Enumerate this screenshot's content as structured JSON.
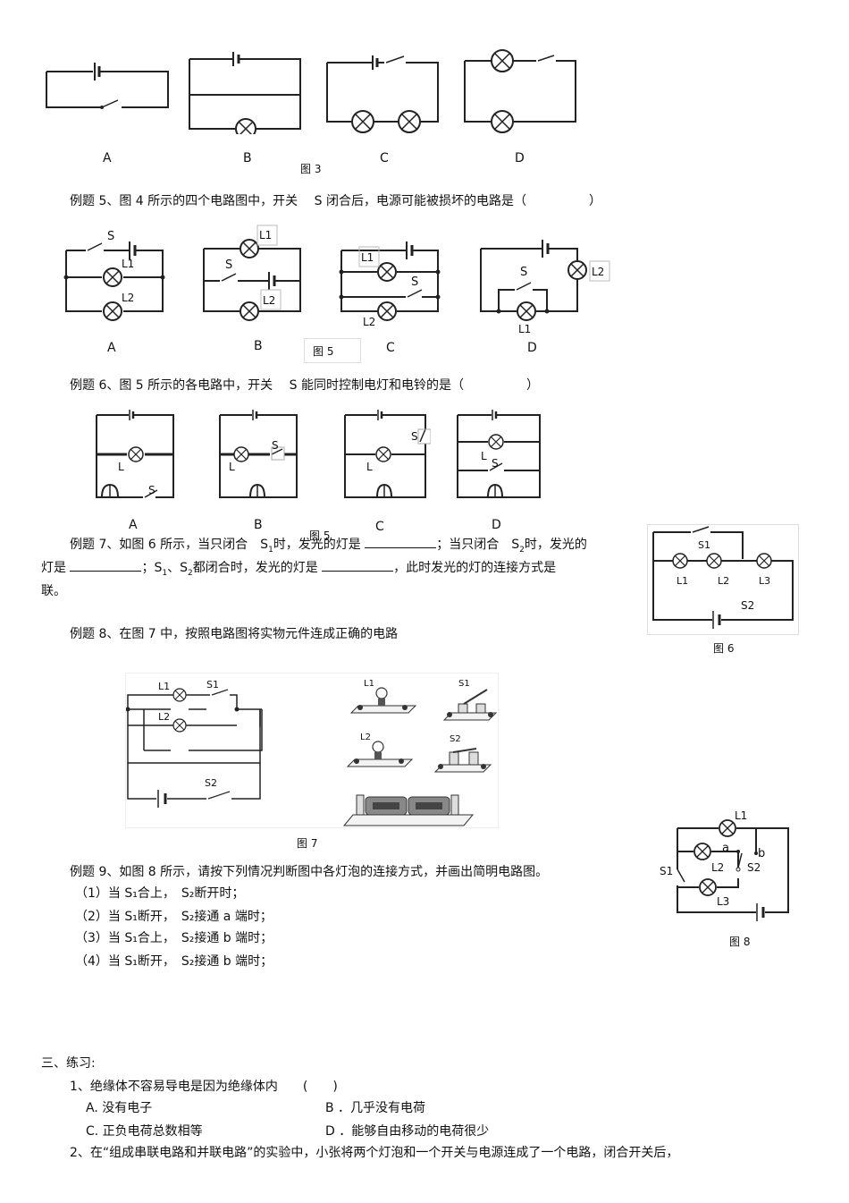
{
  "fig3": {
    "labels": [
      "A",
      "B",
      "C",
      "D"
    ],
    "caption": "图 3"
  },
  "ex5": {
    "question": "例题 5、图 4 所示的四个电路图中，开关　 S 闭合后，电源可能被损坏的电路是（　　　　　）",
    "labels": [
      "A",
      "B",
      "C",
      "D"
    ],
    "caption": "图 5",
    "S": "S",
    "L1": "L1",
    "L2": "L2"
  },
  "ex6": {
    "question": "例题 6、图 5 所示的各电路中，开关　 S 能同时控制电灯和电铃的是（　　　　　）",
    "labels": [
      "A",
      "B",
      "C",
      "D"
    ],
    "caption": "图 5",
    "S": "S",
    "L": "L"
  },
  "ex7": {
    "q_part1": "例题 7、如图 6 所示，当只闭合　S",
    "q_part2": "时，发光的灯是",
    "q_part3": "；当只闭合　S",
    "q_part4": "时，发光的",
    "q_line2a": "灯是",
    "q_line2b": "；S",
    "q_line2c": "、S",
    "q_line2d": "都闭合时，发光的灯是",
    "q_line2e": "，此时发光的灯的连接方式是",
    "q_line3": "联。",
    "caption": "图 6",
    "S1": "S1",
    "S2": "S2",
    "L1": "L1",
    "L2": "L2",
    "L3": "L3"
  },
  "ex8": {
    "question": "例题 8、在图 7 中，按照电路图将实物元件连成正确的电路",
    "caption": "图 7",
    "L1": "L1",
    "L2": "L2",
    "S1": "S1",
    "S2": "S2"
  },
  "ex9": {
    "question": "例题 9、如图 8 所示，请按下列情况判断图中各灯泡的连接方式，并画出简明电路图。",
    "items": [
      "（1）当 S₁合上，　S₂断开时；",
      "（2）当 S₁断开，　S₂接通 a 端时；",
      "（3）当 S₁合上，　S₂接通 b 端时；",
      "（4）当 S₁断开，　S₂接通 b 端时；"
    ],
    "caption": "图 8",
    "L1": "L1",
    "L2": "L2",
    "L3": "L3",
    "S1": "S1",
    "S2": "S2",
    "a": "a",
    "b": "b"
  },
  "practice": {
    "heading": "三、练习:",
    "q1": "1、绝缘体不容易导电是因为绝缘体内　　(　　)",
    "q1_options": [
      "A.  没有电子",
      "B  ．几乎没有电荷",
      "C.  正负电荷总数相等",
      "D  ．能够自由移动的电荷很少"
    ],
    "q2": "2、在“组成串联电路和并联电路”的实验中，小张将两个灯泡和一个开关与电源连成了一个电路，闭合开关后，"
  }
}
